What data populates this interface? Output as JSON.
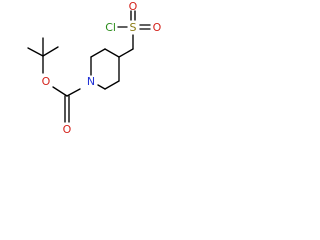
{
  "molecule": {
    "atoms": {
      "chlorine": "Cl",
      "sulfur": "S",
      "sulfonyl_oxygen_top": "O",
      "sulfonyl_oxygen_bottom": "O",
      "ring_nitrogen": "N",
      "ester_oxygen": "O",
      "carbonyl_oxygen": "O"
    },
    "colors": {
      "bond": "#000000",
      "oxygen": "#d4231c",
      "nitrogen": "#2233d6",
      "sulfur": "#8a7a12",
      "chlorine": "#2a8c1a"
    }
  }
}
